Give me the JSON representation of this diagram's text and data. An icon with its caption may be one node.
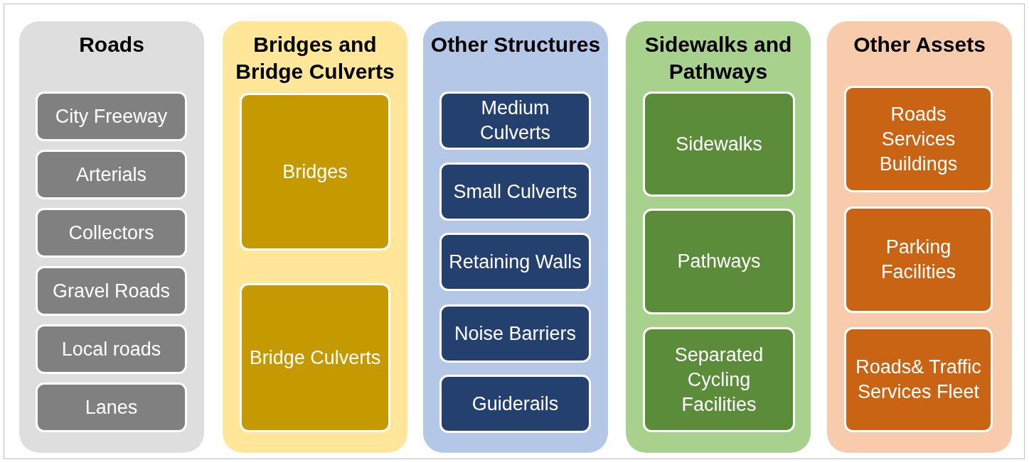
{
  "diagram": {
    "nodes": [
      {
        "text": [
          "Roads"
        ]
      },
      {
        "text": [
          "City Freeway"
        ],
        "in": 0
      },
      {
        "text": [
          "Arterials"
        ],
        "in": 0
      },
      {
        "text": [
          "Collectors"
        ],
        "in": 0
      },
      {
        "text": [
          "Gravel Roads"
        ],
        "in": 0
      },
      {
        "text": [
          "Local roads"
        ],
        "in": 0
      },
      {
        "text": [
          "Lanes"
        ],
        "in": 0
      },
      {
        "text": [
          "Bridges and Bridge Culverts"
        ]
      },
      {
        "text": [
          "Bridges"
        ],
        "in": 7
      },
      {
        "text": [
          "Bridge Culverts"
        ],
        "in": 7
      },
      {
        "text": [
          "Other Structures"
        ]
      },
      {
        "text": [
          "Medium Culverts"
        ],
        "in": 10
      },
      {
        "text": [
          "Small Culverts"
        ],
        "in": 10
      },
      {
        "text": [
          "Retaining Walls"
        ],
        "in": 10
      },
      {
        "text": [
          "Noise Barriers"
        ],
        "in": 10
      },
      {
        "text": [
          "Guiderails"
        ],
        "in": 10
      },
      {
        "text": [
          "Sidewalks and Pathways"
        ]
      },
      {
        "text": [
          "Sidewalks"
        ],
        "in": 16
      },
      {
        "text": [
          "Pathways"
        ],
        "in": 16
      },
      {
        "text": [
          "Separated Cycling Facilities"
        ],
        "in": 16
      },
      {
        "text": [
          "Other Assets"
        ]
      },
      {
        "text": [
          "Roads Services Buildings"
        ],
        "in": 20
      },
      {
        "text": [
          "Parking Facilities"
        ],
        "in": 20
      },
      {
        "text": [
          "Roads& Traffic Services Fleet"
        ],
        "in": 20
      }
    ]
  }
}
